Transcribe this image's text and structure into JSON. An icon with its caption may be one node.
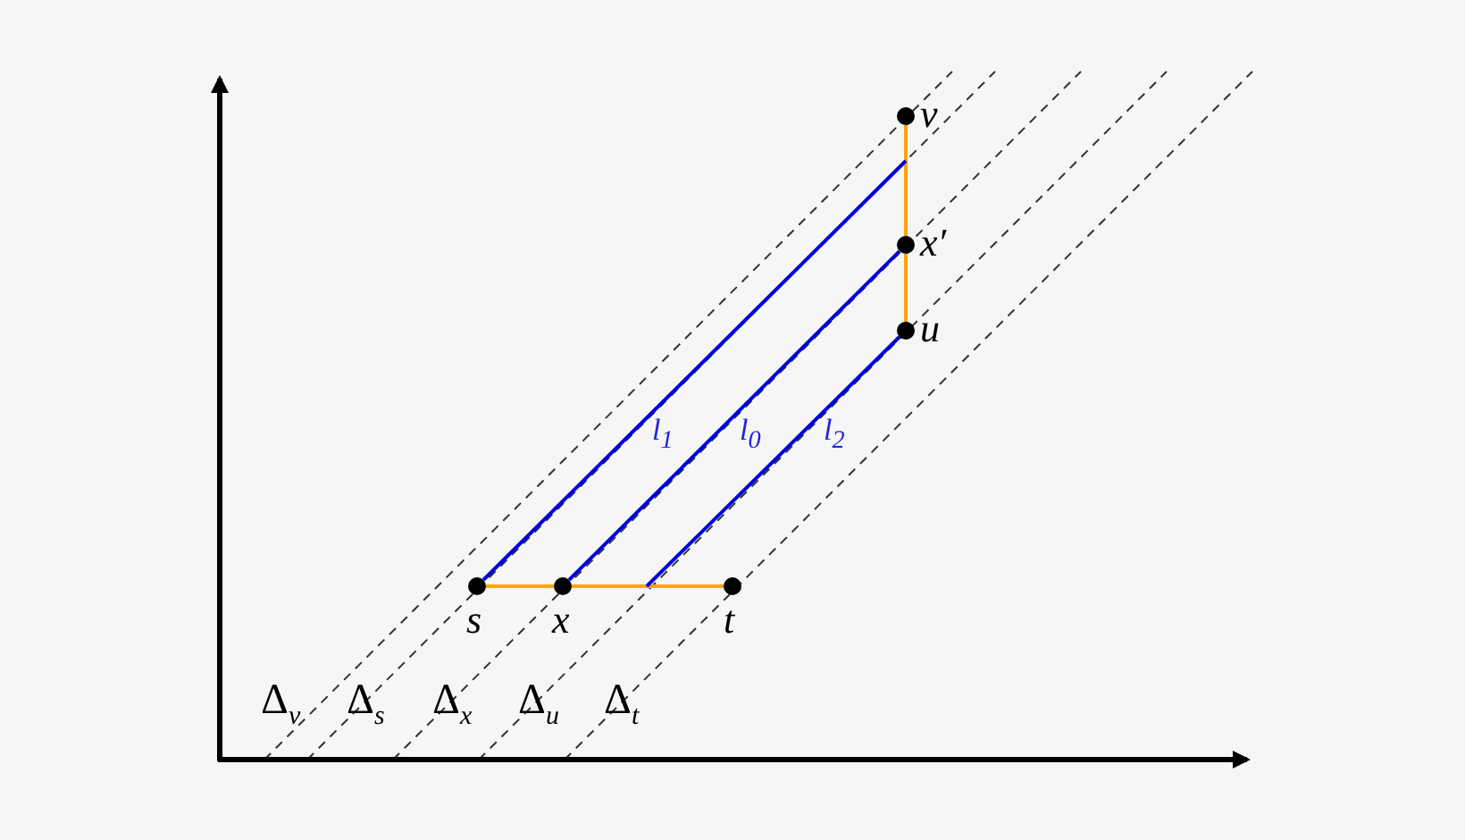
{
  "diagram": {
    "nodes": [
      {
        "text": [],
        "shape": "circle",
        "beside": [
          "s"
        ]
      },
      {
        "text": [],
        "shape": "circle",
        "beside": [
          "x"
        ]
      },
      {
        "text": [],
        "shape": "circle",
        "beside": [
          "t"
        ]
      },
      {
        "text": [],
        "shape": "circle",
        "beside": [
          "v"
        ]
      },
      {
        "text": [],
        "shape": "circle",
        "beside": [
          "x′"
        ]
      },
      {
        "text": [],
        "shape": "circle",
        "beside": [
          "u"
        ]
      }
    ],
    "edges": [
      {
        "from": 0,
        "to": 1,
        "arrow": "none",
        "color": "#ffa500"
      },
      {
        "from": 1,
        "to": 2,
        "arrow": "none",
        "color": "#ffa500"
      },
      {
        "from": 3,
        "to": 4,
        "arrow": "none",
        "color": "#ffa500"
      },
      {
        "from": 4,
        "to": 5,
        "arrow": "none",
        "color": "#ffa500"
      },
      {
        "from": 0,
        "to": null,
        "arrow": "none",
        "label": "l$_{1}$",
        "color": "#0000dd"
      },
      {
        "from": 1,
        "to": 4,
        "arrow": "none",
        "label": "l$_{0}$",
        "color": "#0000dd"
      },
      {
        "from": null,
        "to": 5,
        "arrow": "none",
        "label": "l$_{2}$",
        "color": "#0000dd"
      }
    ],
    "labels": [
      "Δ$_{v}$",
      "Δ$_{s}$",
      "Δ$_{x}$",
      "Δ$_{u}$",
      "Δ$_{t}$"
    ]
  }
}
